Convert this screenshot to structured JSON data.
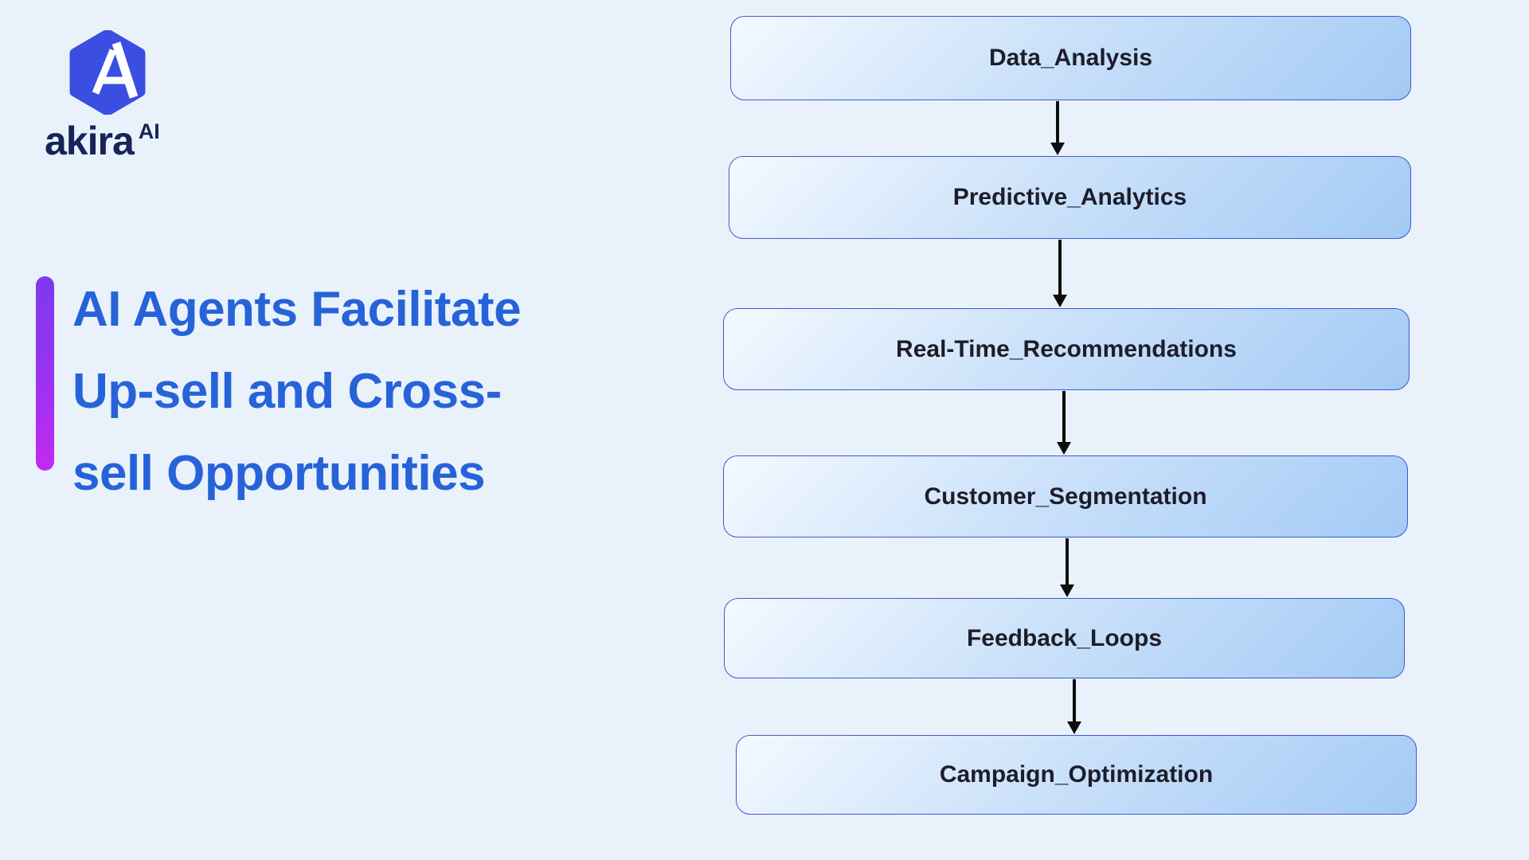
{
  "background_color": "#e9f2fb",
  "logo": {
    "brand": "akira",
    "brand_suffix": "AI",
    "hexagon_color": "#3a4ee2",
    "monogram_color": "#ffffff",
    "wordmark_color": "#172457"
  },
  "hero": {
    "title": "AI Agents Facilitate Up-sell and Cross-sell Opportunities",
    "title_lines": [
      "AI Agents Facilitate",
      "Up-sell and Cross-",
      "sell Opportunities"
    ],
    "title_color": "#2763d8",
    "accent_bar_gradient_top": "#7c3aed",
    "accent_bar_gradient_bottom": "#c22af3"
  },
  "flowchart": {
    "direction": "top-to-bottom",
    "box_border_color": "#4158cf",
    "box_fill_light": "#f4f9ff",
    "box_fill_dark": "#a3caf5",
    "box_text_color": "#1d1d29",
    "arrow_color": "#0d0d0d",
    "nodes": [
      {
        "label": "Data_Analysis"
      },
      {
        "label": "Predictive_Analytics"
      },
      {
        "label": "Real-Time_Recommendations"
      },
      {
        "label": "Customer_Segmentation"
      },
      {
        "label": "Feedback_Loops"
      },
      {
        "label": "Campaign_Optimization"
      }
    ]
  }
}
